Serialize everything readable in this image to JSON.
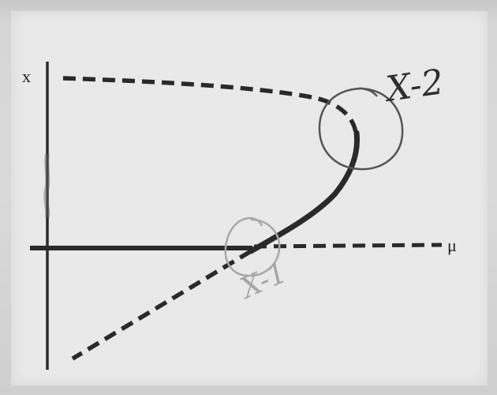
{
  "axes": {
    "vertical_label": "x",
    "horizontal_label": "μ"
  },
  "annotations": {
    "upper_circle_label": "X-2",
    "lower_circle_label": "X-1"
  },
  "colors": {
    "ink": "#2a2a2a",
    "upper_circle": "#555555",
    "lower_circle": "#a8a8a8",
    "paper": "#e9e9e9"
  }
}
